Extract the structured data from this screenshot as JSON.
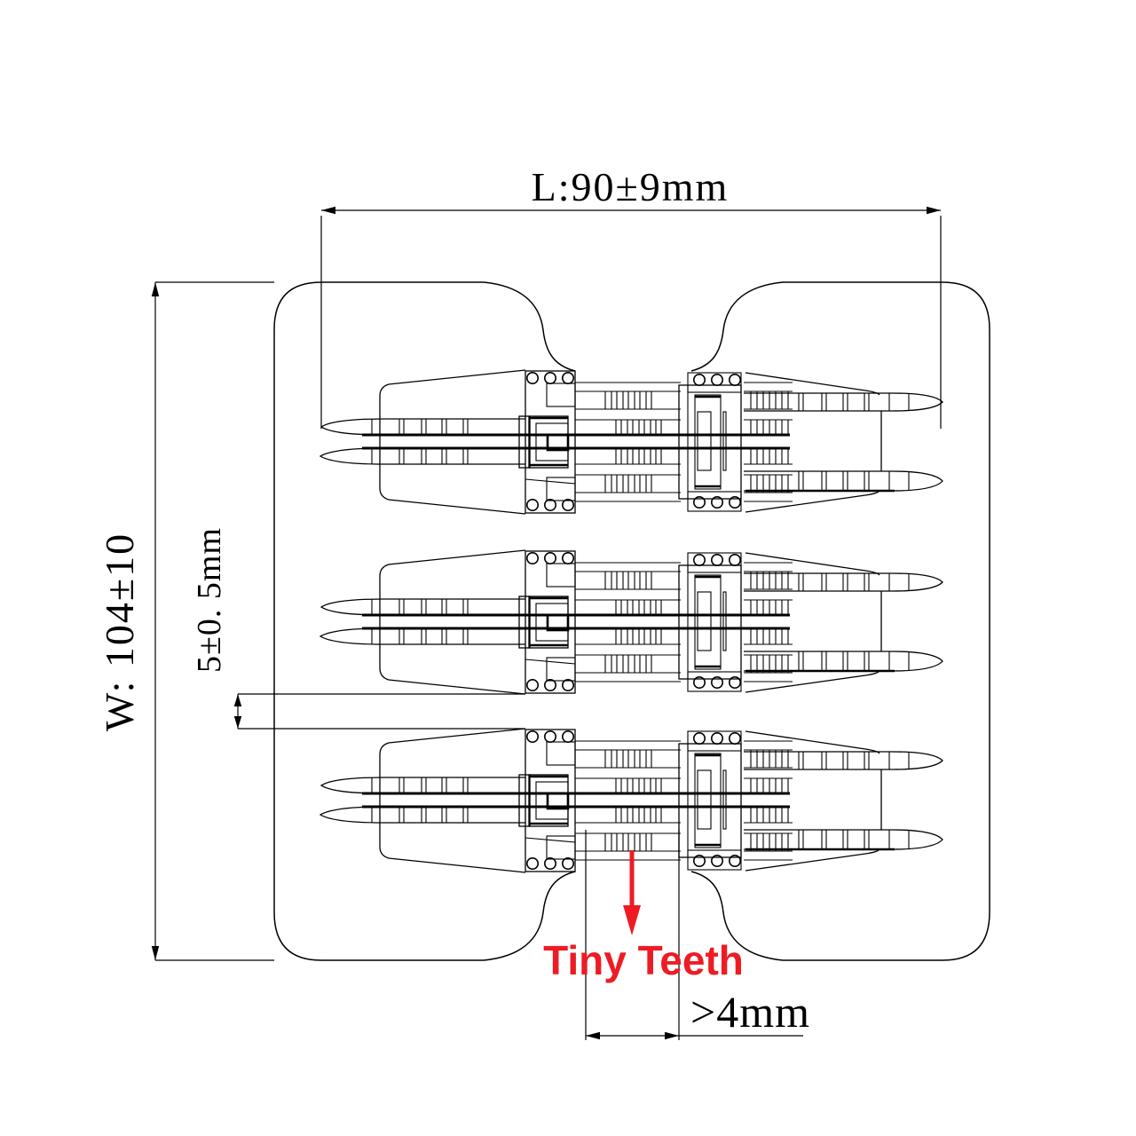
{
  "drawing": {
    "type": "engineering-drawing",
    "background": "#ffffff",
    "line_color": "#000000",
    "dimensions": {
      "length_label": "L:90±9mm",
      "width_label": "W: 104±10",
      "row_gap_label": "5±0. 5mm",
      "teeth_gap_label": ">4mm"
    },
    "annotations": {
      "tiny_teeth_label": "Tiny Teeth",
      "tiny_teeth_color": "#ed1c24"
    }
  }
}
